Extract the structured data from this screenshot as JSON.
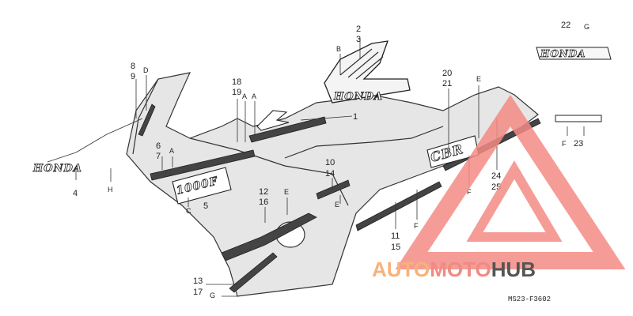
{
  "callouts": {
    "c1": "1",
    "c2": "2",
    "c3": "3",
    "c4": "4",
    "c5": "5",
    "c6": "6",
    "c7": "7",
    "c8": "8",
    "c9": "9",
    "c10": "10",
    "c11": "11",
    "c12": "12",
    "c13": "13",
    "c14": "14",
    "c15": "15",
    "c16": "16",
    "c17": "17",
    "c18": "18",
    "c19": "19",
    "c20": "20",
    "c21": "21",
    "c22": "22",
    "c23": "23",
    "c24": "24",
    "c25": "25"
  },
  "letters": {
    "a": "A",
    "b": "B",
    "c": "C",
    "d": "D",
    "e": "E",
    "f": "F",
    "g": "G",
    "h": "H"
  },
  "emblems": {
    "honda_wordmark": "HONDA",
    "model_badge": "1000F",
    "cbr_badge": "CBR"
  },
  "watermark": {
    "part1": "AUTO",
    "part2": "MOTO",
    "part3": "HUB",
    "color_light": "#f7b27a",
    "color_mid": "#f08a84",
    "color_dark": "#555555",
    "triangle_color": "#f48b84"
  },
  "diagram_ref": "MS23-F3602"
}
